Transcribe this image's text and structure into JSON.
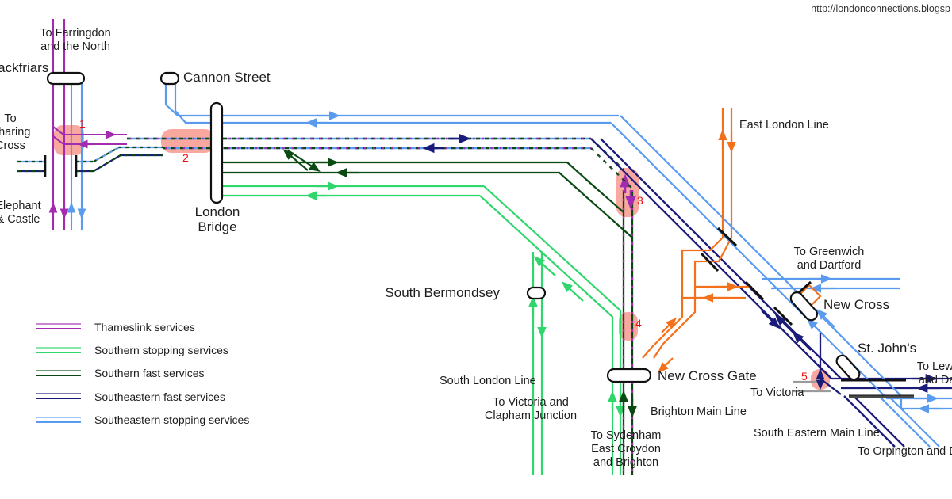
{
  "watermark": "http://londonconnections.blogsp",
  "colors": {
    "thameslink": "#a32bb0",
    "southern_stop": "#2fd66b",
    "southern_fast": "#0a4a12",
    "southeastern_fast": "#1b1b7a",
    "southeastern_stop": "#5a9bf0",
    "east_london": "#f4711b",
    "grey": "#9a9a9a",
    "black": "#111111",
    "highlight": "#f9a8a0",
    "marker_red": "#ee1111"
  },
  "legend": {
    "items": [
      {
        "label": "Thameslink services",
        "color_key": "thameslink"
      },
      {
        "label": "Southern stopping services",
        "color_key": "southern_stop"
      },
      {
        "label": "Southern fast services",
        "color_key": "southern_fast"
      },
      {
        "label": "Southeastern fast services",
        "color_key": "southeastern_fast"
      },
      {
        "label": "Southeastern stopping services",
        "color_key": "southeastern_stop"
      }
    ]
  },
  "stations": [
    {
      "name": "Blackfriars",
      "id": "blackfriars"
    },
    {
      "name": "Cannon Street",
      "id": "cannon-street"
    },
    {
      "name": "London\nBridge",
      "id": "london-bridge"
    },
    {
      "name": "South Bermondsey",
      "id": "south-bermondsey"
    },
    {
      "name": "New Cross Gate",
      "id": "new-cross-gate"
    },
    {
      "name": "New Cross",
      "id": "new-cross"
    },
    {
      "name": "St. John's",
      "id": "st-johns"
    }
  ],
  "destinations": [
    {
      "text": "To Farringdon\nand the North",
      "id": "to-farringdon"
    },
    {
      "text": "To\nCharing\nCross",
      "id": "to-charing-cross"
    },
    {
      "text": "Elephant\n& Castle",
      "id": "elephant-and-castle"
    },
    {
      "text": "To Victoria and\nClapham Junction",
      "id": "to-victoria-clapham"
    },
    {
      "text": "To Sydenham\nEast Croydon\nand Brighton",
      "id": "to-sydenham"
    },
    {
      "text": "To Greenwich\nand Dartford",
      "id": "to-greenwich"
    },
    {
      "text": "To Lewisham\nand Dartford",
      "id": "to-lewisham"
    },
    {
      "text": "To Orpington and Dover",
      "id": "to-orpington"
    },
    {
      "text": "To Victoria",
      "id": "to-victoria"
    }
  ],
  "line_names": [
    {
      "text": "East London Line",
      "id": "east-london-line"
    },
    {
      "text": "South London Line",
      "id": "south-london-line"
    },
    {
      "text": "Brighton Main Line",
      "id": "brighton-main-line"
    },
    {
      "text": "South Eastern Main Line",
      "id": "south-eastern-main-line"
    }
  ],
  "markers": [
    {
      "number": "1",
      "id": "marker-1"
    },
    {
      "number": "2",
      "id": "marker-2"
    },
    {
      "number": "3",
      "id": "marker-3"
    },
    {
      "number": "4",
      "id": "marker-4"
    },
    {
      "number": "5",
      "id": "marker-5"
    }
  ]
}
